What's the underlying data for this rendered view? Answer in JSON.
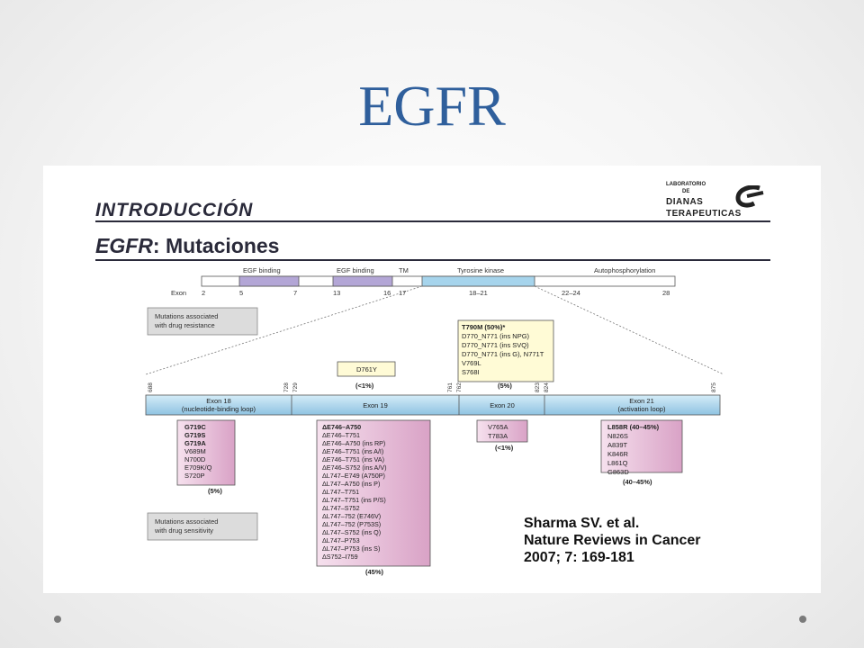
{
  "slide": {
    "title": "EGFR"
  },
  "header": {
    "intro": "INTRODUCCIÓN",
    "subtitle_bold": "EGFR",
    "subtitle_rest": ": Mutaciones"
  },
  "logo": {
    "line1": "LABORATORIO",
    "line2": "DE",
    "line3": "DIANAS",
    "line4": "TERAPEUTICAS"
  },
  "diagram": {
    "domains": {
      "egf1": "EGF binding",
      "egf2": "EGF binding",
      "tm": "TM",
      "tk": "Tyrosine kinase",
      "auto": "Autophosphorylation"
    },
    "exon_label": "Exon",
    "exons": [
      "2",
      "5",
      "7",
      "13",
      "16",
      "17",
      "18–21",
      "22–24",
      "28"
    ],
    "legend_resistance": [
      "Mutations associated",
      "with drug resistance"
    ],
    "legend_sensitivity": [
      "Mutations associated",
      "with drug sensitivity"
    ],
    "resistance_box": {
      "lines": [
        "T790M (50%)*",
        "D770_N771 (ins NPG)",
        "D770_N771 (ins SVQ)",
        "D770_N771 (ins G), N771T",
        "V769L",
        "S768I"
      ],
      "pct": "(5%)"
    },
    "d761_box": {
      "line": "D761Y",
      "pct": "(<1%)"
    },
    "codons": [
      "688",
      "728",
      "729",
      "761",
      "762",
      "823",
      "824",
      "875"
    ],
    "bar": {
      "exon18": [
        "Exon 18",
        "(nucleotide-binding loop)"
      ],
      "exon19": "Exon 19",
      "exon20": "Exon 20",
      "exon21": [
        "Exon 21",
        "(activation loop)"
      ]
    },
    "exon18_box": {
      "lines": [
        "G719C",
        "G719S",
        "G719A",
        "V689M",
        "N700D",
        "E709K/Q",
        "S720P"
      ],
      "pct": "(5%)"
    },
    "exon19_box": {
      "lines": [
        "ΔE746–A750",
        "ΔE746–T751",
        "ΔE746–A750 (ins RP)",
        "ΔE746–T751 (ins A/I)",
        "ΔE746–T751 (ins VA)",
        "ΔE746–S752 (ins A/V)",
        "ΔL747–E749 (A750P)",
        "ΔL747–A750 (ins P)",
        "ΔL747–T751",
        "ΔL747–T751 (ins P/S)",
        "ΔL747–S752",
        "ΔL747–752 (E746V)",
        "ΔL747–752 (P753S)",
        "ΔL747–S752 (ins Q)",
        "ΔL747–P753",
        "ΔL747–P753 (ins S)",
        "ΔS752–I759"
      ],
      "pct": "(45%)"
    },
    "exon20_box": {
      "lines": [
        "V765A",
        "T783A"
      ],
      "pct": "(<1%)"
    },
    "exon21_box": {
      "lines": [
        "L858R (40–45%)",
        "N826S",
        "A839T",
        "K846R",
        "L861Q",
        "G863D"
      ],
      "pct": "(40–45%)"
    }
  },
  "citation": {
    "line1": "Sharma SV. et al.",
    "line2": "Nature  Reviews in Cancer",
    "line3": "2007; 7: 169-181"
  },
  "colors": {
    "title": "#2f5f9c",
    "egf_domain": "#b3a6d6",
    "tk_domain": "#a6d4ec",
    "bar_fill": "#a9d3ea",
    "pink_box": "#e6b9d6",
    "yellow_box": "#fffbd6",
    "legend_box": "#dcdcdc"
  }
}
